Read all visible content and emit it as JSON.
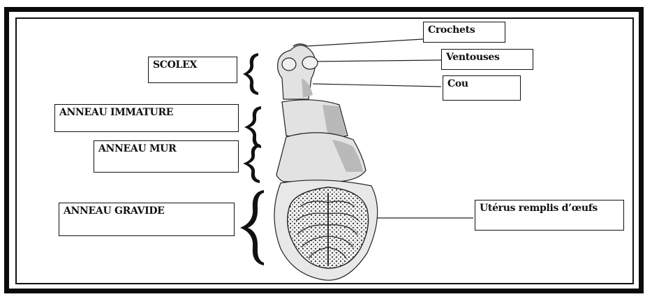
{
  "labels": {
    "crochets": "Crochets",
    "ventouses": "Ventouses",
    "cou": "Cou",
    "scolex": "SCOLEX",
    "anneau_immature": "ANNEAU IMMATURE",
    "anneau_mur": "ANNEAU MUR",
    "anneau_gravide": "ANNEAU GRAVIDE",
    "uterus": "Utérus remplis d’œufs"
  },
  "colors": {
    "frame": "#0a0a0a",
    "segment_fill": "#e2e2e2",
    "segment_shade": "#b9b9b9",
    "outline": "#222222"
  },
  "icons": [
    "brace-icon"
  ]
}
